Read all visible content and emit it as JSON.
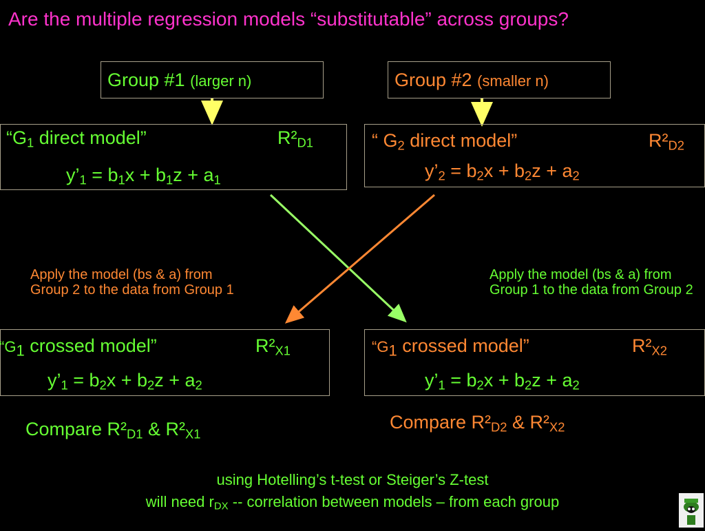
{
  "title": "Are the multiple regression models “substitutable” across groups?",
  "group1": {
    "label": "Group #1 ",
    "note": "(larger n)"
  },
  "group2": {
    "label": "Group #2 ",
    "note": "(smaller n)"
  },
  "g1_direct": {
    "label_pre": "“G",
    "label_sub": "1",
    "label_post": " direct model”",
    "r": "R²",
    "r_sub": "D1",
    "eq": [
      "y’",
      "1",
      " = b",
      "1",
      "x + b",
      "1",
      "z + a",
      "1"
    ]
  },
  "g2_direct": {
    "label_pre": "“ G",
    "label_sub": "2",
    "label_post": " direct model”",
    "r": "R²",
    "r_sub": "D2",
    "eq": [
      "y’",
      "2",
      " = b",
      "2",
      "x + b",
      "2",
      "z + a",
      "2"
    ]
  },
  "note_left": "Apply the model (bs & a) from Group 2 to the data from Group 1",
  "note_right": "Apply the model (bs & a) from Group 1 to the data from Group 2",
  "g1_crossed": {
    "label_pre": "“G",
    "label_sub": "1",
    "label_post": " crossed model”",
    "r": "R²",
    "r_sub": "X1",
    "eq": [
      "y’",
      "1",
      " = b",
      "2",
      "x + b",
      "2",
      "z + a",
      "2"
    ]
  },
  "g2_crossed": {
    "label_pre": "“G",
    "label_sub": "1",
    "label_post": " crossed model”",
    "r": "R²",
    "r_sub": "X2",
    "eq": [
      "y’",
      "1",
      " = b",
      "2",
      "x + b",
      "2",
      "z + a",
      "2"
    ]
  },
  "compare_left": [
    "Compare R²",
    "D1",
    "  & R²",
    "X1"
  ],
  "compare_right": [
    "Compare R²",
    "D2",
    "  & R²",
    "X2"
  ],
  "footer_line1": "using Hotelling’s t-test or Steiger’s Z-test",
  "footer_line2": [
    "will need r",
    "DX",
    " -- correlation between models – from each group"
  ],
  "colors": {
    "title": "#ff33cc",
    "group1": "#66ff33",
    "group2": "#ff8833",
    "arrow_down": "#ffff66"
  },
  "icons": {
    "logo": "cartoon-character-logo"
  }
}
